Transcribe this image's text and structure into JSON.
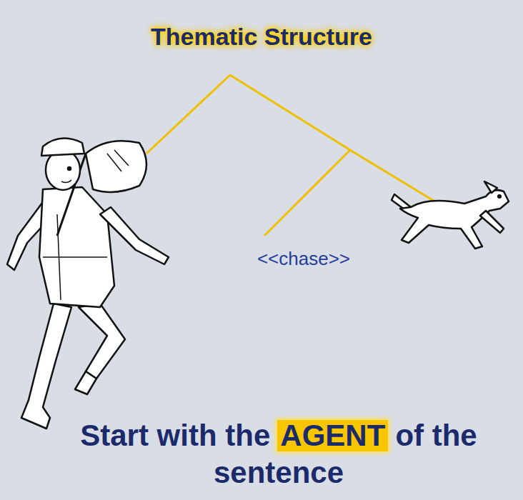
{
  "diagram": {
    "title": "Thematic Structure",
    "labels": [
      "<<chase>>",
      "Start with the",
      "AGENT",
      "of the sentence"
    ]
  }
}
